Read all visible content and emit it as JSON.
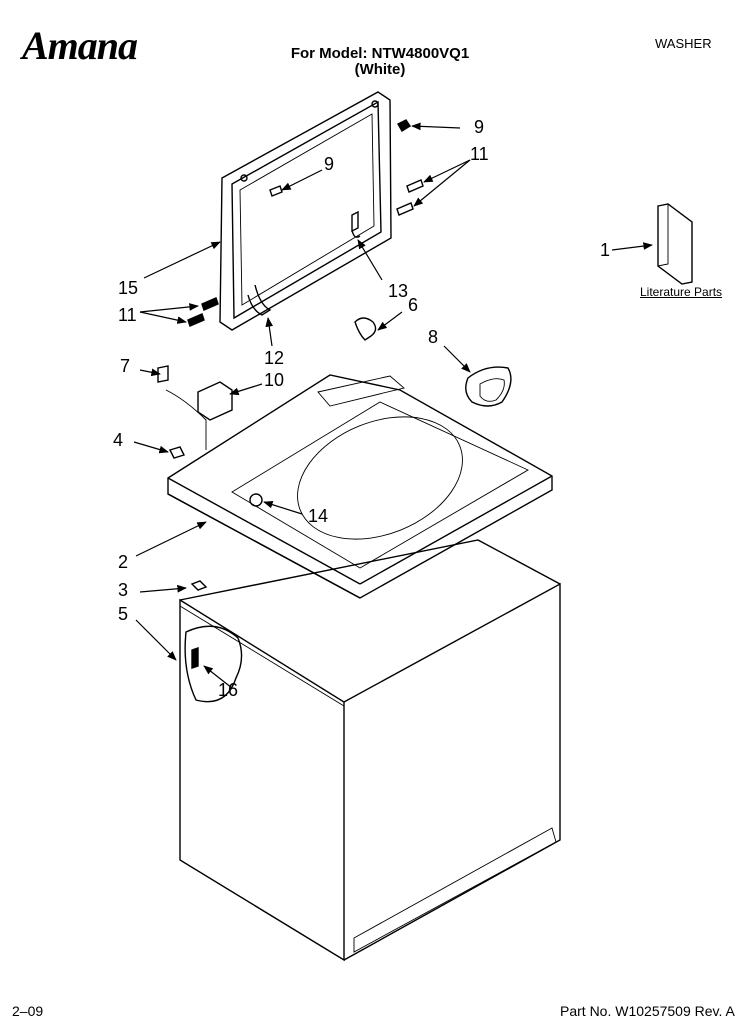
{
  "brand": "Amana",
  "title_line1": "For Model: NTW4800VQ1",
  "title_line2": "(White)",
  "category": "WASHER",
  "literature_label": "Literature Parts",
  "footer_left": "2–09",
  "footer_right": "Part No. W10257509 Rev. A",
  "callouts": {
    "c1": "1",
    "c2": "2",
    "c3": "3",
    "c4": "4",
    "c5": "5",
    "c6": "6",
    "c7": "7",
    "c8": "8",
    "c9a": "9",
    "c9b": "9",
    "c10": "10",
    "c11a": "11",
    "c11b": "11",
    "c12": "12",
    "c13": "13",
    "c14": "14",
    "c15": "15",
    "c16": "16"
  }
}
